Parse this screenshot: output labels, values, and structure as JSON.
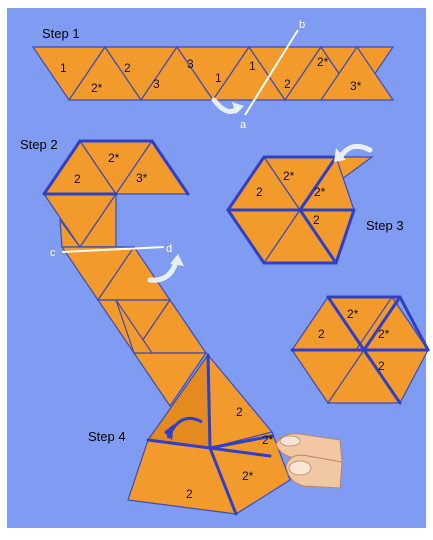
{
  "steps": {
    "s1": "Step 1",
    "s2": "Step 2",
    "s3": "Step 3",
    "s4": "Step 4"
  },
  "strip1": [
    "1",
    "2*",
    "2",
    "3",
    "3",
    "1",
    "1",
    "2",
    "2*",
    "3*"
  ],
  "step2_labels": [
    "2",
    "2*",
    "3*"
  ],
  "step3_labels": [
    "2",
    "2*",
    "2*",
    "2"
  ],
  "hex2_labels": [
    "2",
    "2*",
    "2*",
    "2"
  ],
  "step4_labels": [
    "2",
    "2*",
    "2",
    "2*"
  ],
  "cut_letters": {
    "a": "a",
    "b": "b",
    "c": "c",
    "d": "d"
  },
  "colors": {
    "background": "#7f9cf2",
    "triangle": "#f39a2c",
    "edge": "#2f3fc8"
  }
}
